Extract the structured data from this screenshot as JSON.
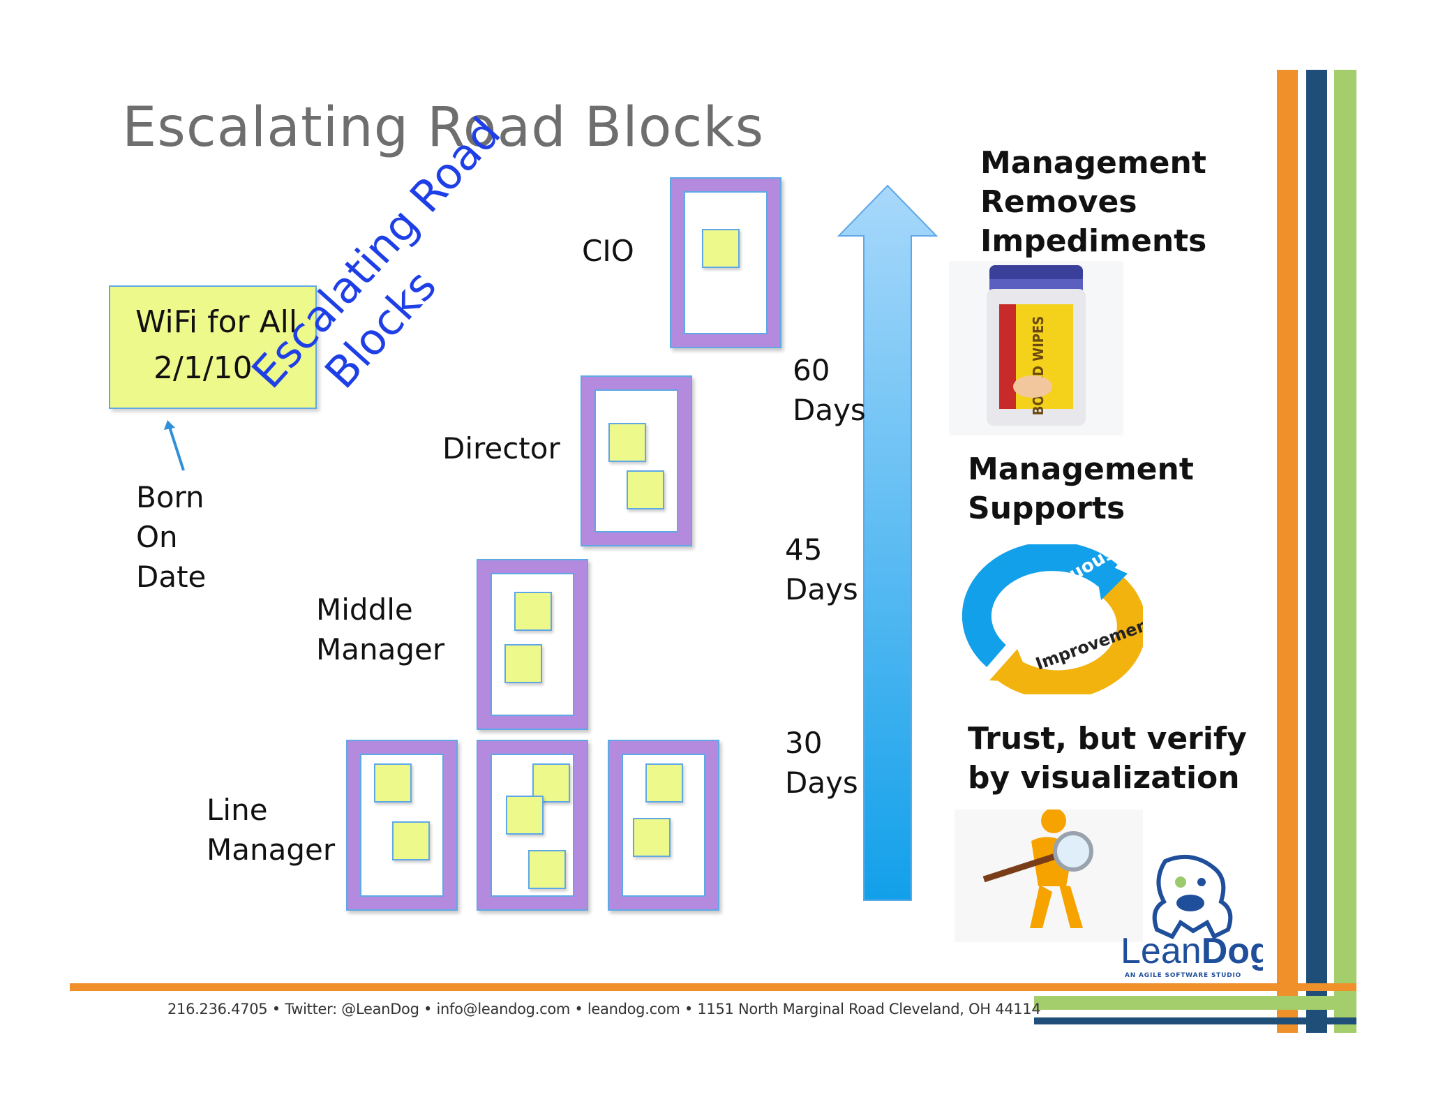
{
  "slide": {
    "title": "Escalating Road Blocks",
    "diagonal_label_line1": "Escalating Road",
    "diagonal_label_line2": "Blocks",
    "sticky_note": {
      "line1": "WiFi for All",
      "line2": "2/1/10"
    },
    "born_on_date": "Born\nOn\nDate",
    "levels": {
      "cio": "CIO",
      "director": "Director",
      "middle_manager": "Middle\nManager",
      "line_manager": "Line\nManager"
    },
    "timeline": {
      "d60": "60\nDays",
      "d45": "45\nDays",
      "d30": "30\nDays"
    },
    "right_column": {
      "top": "Management\nRemoves\nImpediments",
      "middle": "Management\nSupports",
      "bottom": "Trust, but verify\nby visualization"
    },
    "images": {
      "wipes_label": "BOARD WIPES",
      "ci_word1": "Continuous",
      "ci_word2": "Improvement"
    },
    "logo": {
      "name": "LeanDog",
      "lean": "Lean",
      "dog": "Dog",
      "tagline": "AN AGILE SOFTWARE STUDIO"
    },
    "footer": "216.236.4705 • Twitter: @LeanDog • info@leandog.com • leandog.com • 1151 North Marginal Road Cleveland, OH 44114"
  },
  "colors": {
    "frame_purple": "#b48adf",
    "sticky_yellow": "#eef98c",
    "stripe_orange": "#f0902a",
    "stripe_navy": "#1f4e79",
    "stripe_green": "#a4cd6b",
    "arrow_blue": "#37a6f2",
    "diagonal_text_blue": "#1f3fe6"
  }
}
